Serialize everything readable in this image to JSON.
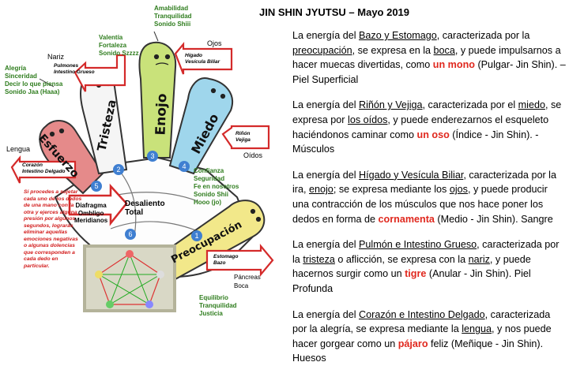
{
  "title": "JIN SHIN JYUTSU – Mayo 2019",
  "paragraphs": [
    {
      "segments": [
        {
          "t": "La energía del ",
          "s": ""
        },
        {
          "t": "Bazo y Estomago",
          "s": "u"
        },
        {
          "t": ", caracterizada por la ",
          "s": ""
        },
        {
          "t": "preocupación",
          "s": "u"
        },
        {
          "t": ", se expresa en la ",
          "s": ""
        },
        {
          "t": "boca",
          "s": "u"
        },
        {
          "t": ", y puede impulsarnos a hacer muecas divertidas, como ",
          "s": ""
        },
        {
          "t": "un mono",
          "s": "red"
        },
        {
          "t": " (Pulgar- Jin Shin). – Piel Superficial",
          "s": ""
        }
      ]
    },
    {
      "segments": [
        {
          "t": "La energía del ",
          "s": ""
        },
        {
          "t": "Riñón y Vejiga",
          "s": "u"
        },
        {
          "t": ", caracterizada por el ",
          "s": ""
        },
        {
          "t": "miedo",
          "s": "u"
        },
        {
          "t": ", se expresa por ",
          "s": ""
        },
        {
          "t": "los oídos",
          "s": "u"
        },
        {
          "t": ", y puede enderezarnos el esqueleto haciéndonos caminar como ",
          "s": ""
        },
        {
          "t": "un oso",
          "s": "red"
        },
        {
          "t": " (Índice - Jin Shin). - Músculos",
          "s": ""
        }
      ]
    },
    {
      "segments": [
        {
          "t": "La energía del ",
          "s": ""
        },
        {
          "t": "Hígado y Vesícula Biliar",
          "s": "u"
        },
        {
          "t": ", caracterizada por la ira, ",
          "s": ""
        },
        {
          "t": "enojo",
          "s": "u"
        },
        {
          "t": "; se expresa mediante los ",
          "s": ""
        },
        {
          "t": "ojos",
          "s": "u"
        },
        {
          "t": ", y puede producir una contracción de los músculos que nos hace poner los dedos en forma de ",
          "s": ""
        },
        {
          "t": "cornamenta",
          "s": "red"
        },
        {
          "t": " (Medio - Jin Shin). Sangre",
          "s": ""
        }
      ]
    },
    {
      "segments": [
        {
          "t": "La energía del ",
          "s": ""
        },
        {
          "t": "Pulmón e Intestino Grueso",
          "s": "u"
        },
        {
          "t": ", caracterizada por la ",
          "s": ""
        },
        {
          "t": "tristeza",
          "s": "u"
        },
        {
          "t": " o aflicción, se expresa con la ",
          "s": ""
        },
        {
          "t": "nariz",
          "s": "u"
        },
        {
          "t": ", y puede hacernos surgir como un ",
          "s": ""
        },
        {
          "t": "tigre",
          "s": "red"
        },
        {
          "t": " (Anular - Jin Shin). Piel Profunda",
          "s": ""
        }
      ]
    },
    {
      "segments": [
        {
          "t": "La energía del ",
          "s": ""
        },
        {
          "t": "Corazón e Intestino Delgado",
          "s": "u"
        },
        {
          "t": ", caracterizada por la alegría, se expresa mediante la ",
          "s": ""
        },
        {
          "t": "lengua",
          "s": "u"
        },
        {
          "t": ", y nos puede hacer gorgear como un ",
          "s": ""
        },
        {
          "t": "pájaro",
          "s": "red"
        },
        {
          "t": " feliz (Meñique - Jin Shin). Huesos",
          "s": ""
        }
      ]
    }
  ],
  "illustration": {
    "green_labels": {
      "amabilidad": "Amabilidad\nTranquilidad\nSonido Shiii",
      "valentia": "Valentía\nFortaleza\nSonido Szzzz",
      "alegria": "Alegría\nSinceridad\nDecir lo que piensa\nSonido Jaa (Haaa)",
      "confianza": "Confianza\nSeguridad\nFe en nosotros\nSonido Shii\nHooo (jo)",
      "equilibrio": "Equilibrio\nTranquilidad\nJusticia"
    },
    "organ_labels": {
      "ojos": "Ojos",
      "nariz": "Nariz",
      "lengua": "Lengua",
      "oidos": "Oídos",
      "pancreas": "Páncreas\nBoca"
    },
    "arrow_labels": {
      "higado": "Hígado\nVesícula Biliar",
      "pulmones": "Pulmones\nIntestino Grueso",
      "corazon": "Corazón\nIntestino Delgado",
      "rinon": "Riñón\nVejiga",
      "estomago": "Estomago\nBazo"
    },
    "fingers": {
      "enojo": "Enojo",
      "tristeza": "Tristeza",
      "esfuerzo": "Esfuerzo",
      "miedo": "Miedo",
      "preocupacion": "Preocupación"
    },
    "numbers": [
      "1",
      "2",
      "3",
      "4",
      "5",
      "6"
    ],
    "red_note": "Si procedes a sujetar cada uno de los dedos de una mano con la otra y ejerces alguna presión por algunos segundos, lograrás eliminar aquellas emociones negativas o algunas dolencias que corresponden a cada dedo en particular.",
    "center_label": "Diafragma\nOmbligo\nMeridianos",
    "desaliento": "Desaliento\nTotal"
  }
}
